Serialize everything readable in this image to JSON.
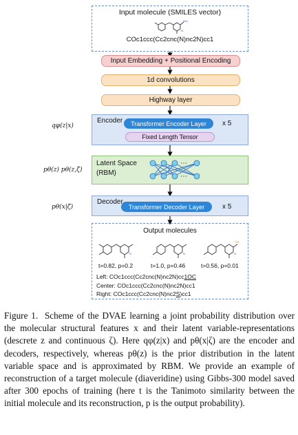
{
  "figure": {
    "input_box_title": "Input molecule (SMILES vector)",
    "input_smiles": "COc1ccc(Cc2cnc(N)nc2N)cc1",
    "embedding_label": "Input Embedding + Positional Encoding",
    "conv_label": "1d convolutions",
    "highway_label": "Highway layer",
    "encoder_side": "qφ(z|x)",
    "encoder_title": "Encoder",
    "encoder_layer": "Transformer Encoder Layer",
    "encoder_repeat": "x 5",
    "fixed_tensor": "Fixed Length Tensor",
    "latent_side": "pθ(z) pθ(z,ζ)",
    "latent_title": "Latent Space",
    "latent_sub": "(RBM)",
    "decoder_side": "pθ(x|ζ)",
    "decoder_title": "Decoder",
    "decoder_layer": "Transformer Decoder Layer",
    "decoder_repeat": "x 5",
    "output_title": "Output molecules",
    "mol1_score": "t=0.82, p=0.2",
    "mol2_score": "t=1.0, p=0.46",
    "mol3_score": "t=0.56, p=0.01",
    "left_prefix": "Left: COc1ccc(Cc2cnc(N)nc2N)cc",
    "left_suffix": "1OC",
    "center_line": "Center: COc1ccc(Cc2cnc(N)nc2N)cc1",
    "right_prefix": "Right: COc1ccc(Cc2cnc(N)nc2",
    "right_s": "S",
    "right_suffix": ")cc1",
    "ellipsis": "⋯"
  },
  "caption": {
    "label": "Figure 1.",
    "text": "Scheme of the DVAE learning a joint probability distribution over the molecular structural features x and their latent variable-representations (descrete z and continuous ζ). Here qφ(z|x) and pθ(x|ζ) are the encoder and decoders, respectively, whereas pθ(z) is the prior distribution in the latent variable space and is approximated by RBM. We provide an example of reconstruction of a target molecule (diaveridine) using Gibbs-300 model saved after 300 epochs of training (here t is the Tanimoto similarity between the initial molecule and its reconstruction, p is the output probability)."
  },
  "colors": {
    "dashed_border": "#6b8cc9",
    "pink": "#f8d0d0",
    "orange": "#fbe2c2",
    "blue_panel": "#dbe6f6",
    "green_panel": "#dcefd2",
    "blue_pill": "#2f86d6",
    "purple_pill": "#e5d3ef"
  }
}
